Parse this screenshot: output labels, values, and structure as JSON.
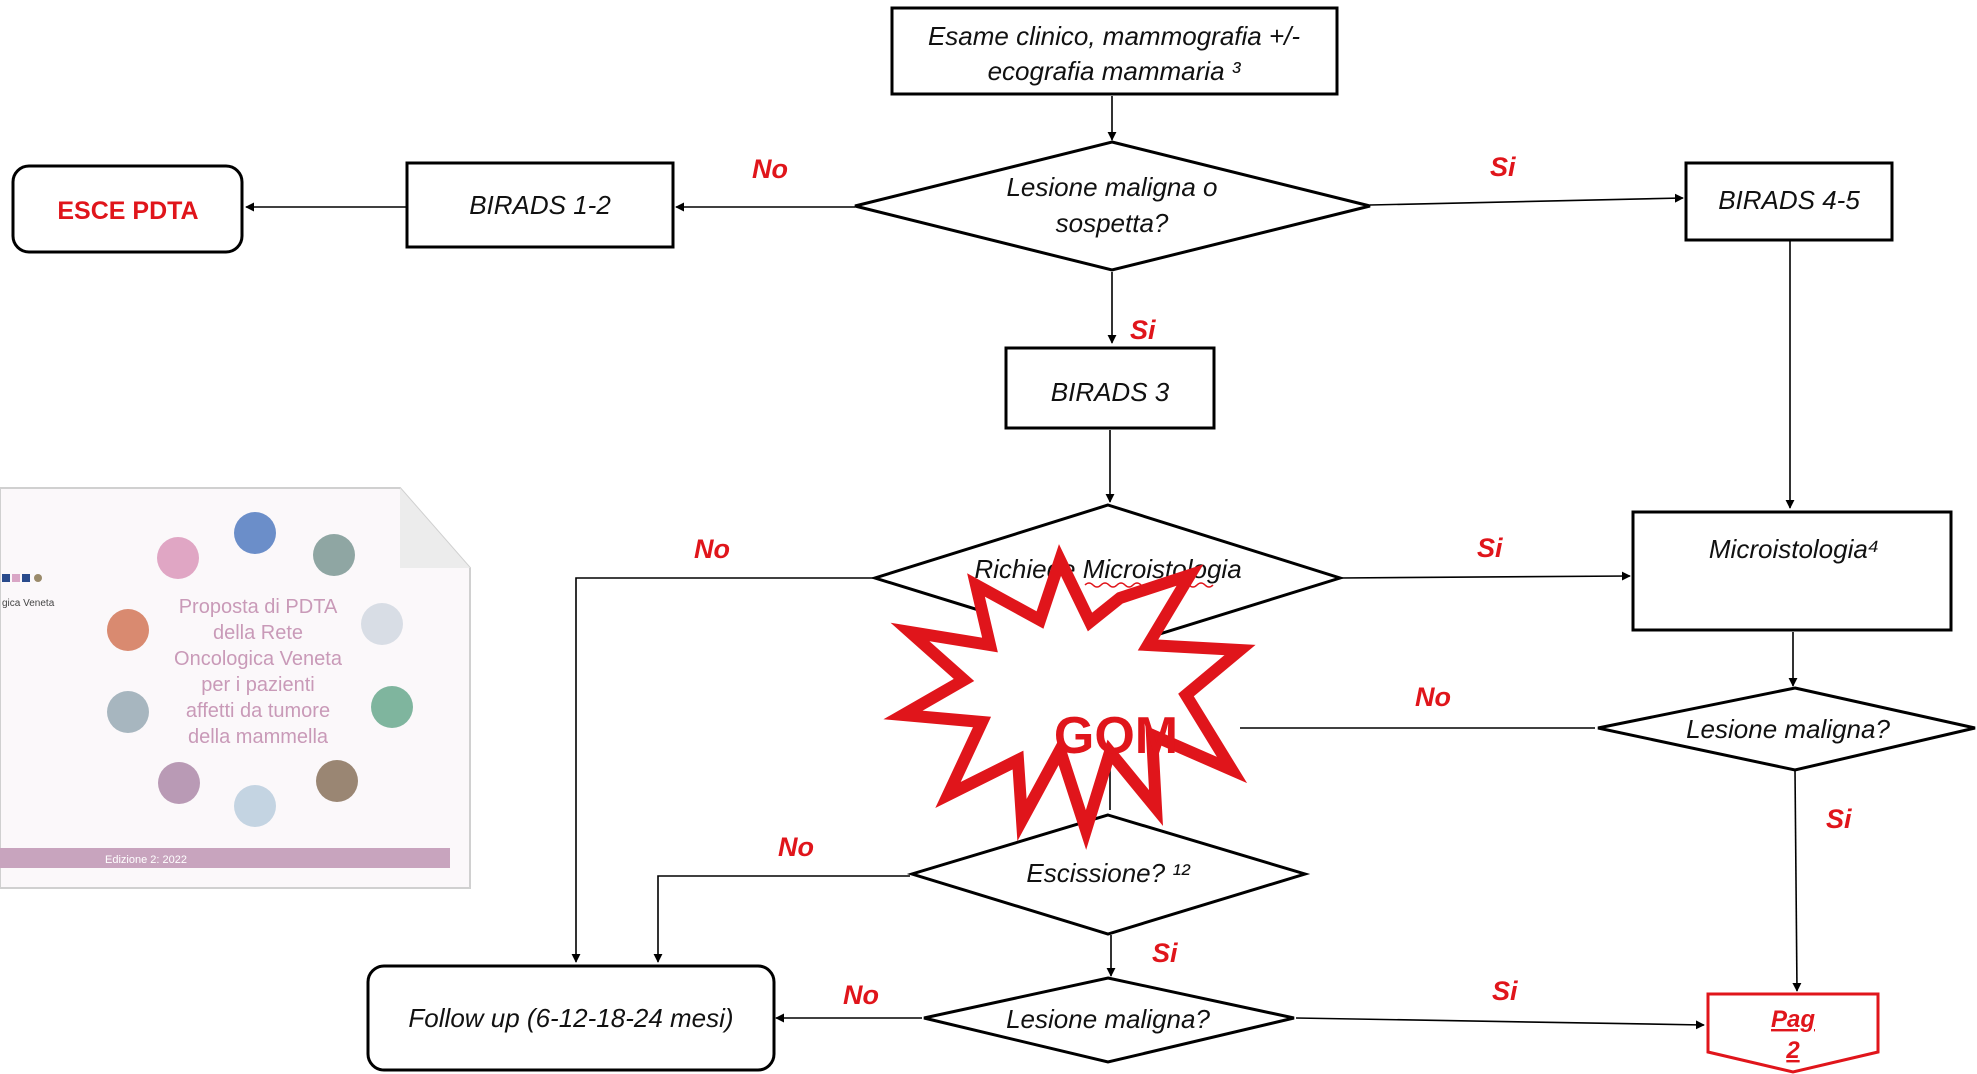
{
  "flowchart": {
    "start": [
      "Esame clinico, mammografia +/-",
      "ecografia mammaria ³"
    ],
    "decision_lesion": [
      "Lesione maligna o",
      "sospetta?"
    ],
    "birads_1_2": "BIRADS 1-2",
    "esce_pdta": "ESCE PDTA",
    "birads_4_5": "BIRADS 4-5",
    "birads_3": "BIRADS 3",
    "decision_micro": "Richiede Microistologia",
    "microistologia": "Microistologia⁴",
    "decision_malignant_right": "Lesione maligna?",
    "decision_excision": "Escissione? ¹²",
    "decision_malignant_bottom": "Lesione maligna?",
    "follow_up": "Follow up (6-12-18-24 mesi)",
    "page_link": [
      "Pag",
      "2"
    ],
    "gom": "GOM",
    "labels": {
      "no_birads12": "No",
      "si_birads45": "Si",
      "si_birads3": "Si",
      "no_micro": "No",
      "si_micro": "Si",
      "no_right": "No",
      "si_right": "Si",
      "no_excision": "No",
      "si_excision": "Si",
      "no_bottom": "No",
      "si_bottom": "Si"
    }
  },
  "cover": {
    "title_lines": [
      "Proposta di  PDTA",
      "della Rete",
      "Oncologica Veneta",
      "per i pazienti",
      "affetti da tumore",
      "della mammella"
    ],
    "logo_text": "gica Veneta",
    "edition": "Edizione 2: 2022"
  },
  "colors": {
    "accent_red": "#e0151b",
    "cover_pink": "#c99ab8",
    "cover_band": "#c8a4be"
  }
}
